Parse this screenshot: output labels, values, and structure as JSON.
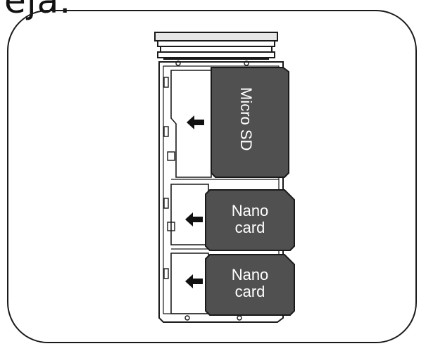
{
  "heading": "eja.",
  "cards": {
    "micro_sd": {
      "label": "Micro SD"
    },
    "nano_top": {
      "line1": "Nano",
      "line2": "card"
    },
    "nano_bottom": {
      "line1": "Nano",
      "line2": "card"
    }
  },
  "colors": {
    "card": "#505050",
    "outline": "#1a1a1a",
    "background": "#ffffff",
    "label": "#ffffff"
  },
  "icons": [
    "insert-arrow-icon"
  ]
}
